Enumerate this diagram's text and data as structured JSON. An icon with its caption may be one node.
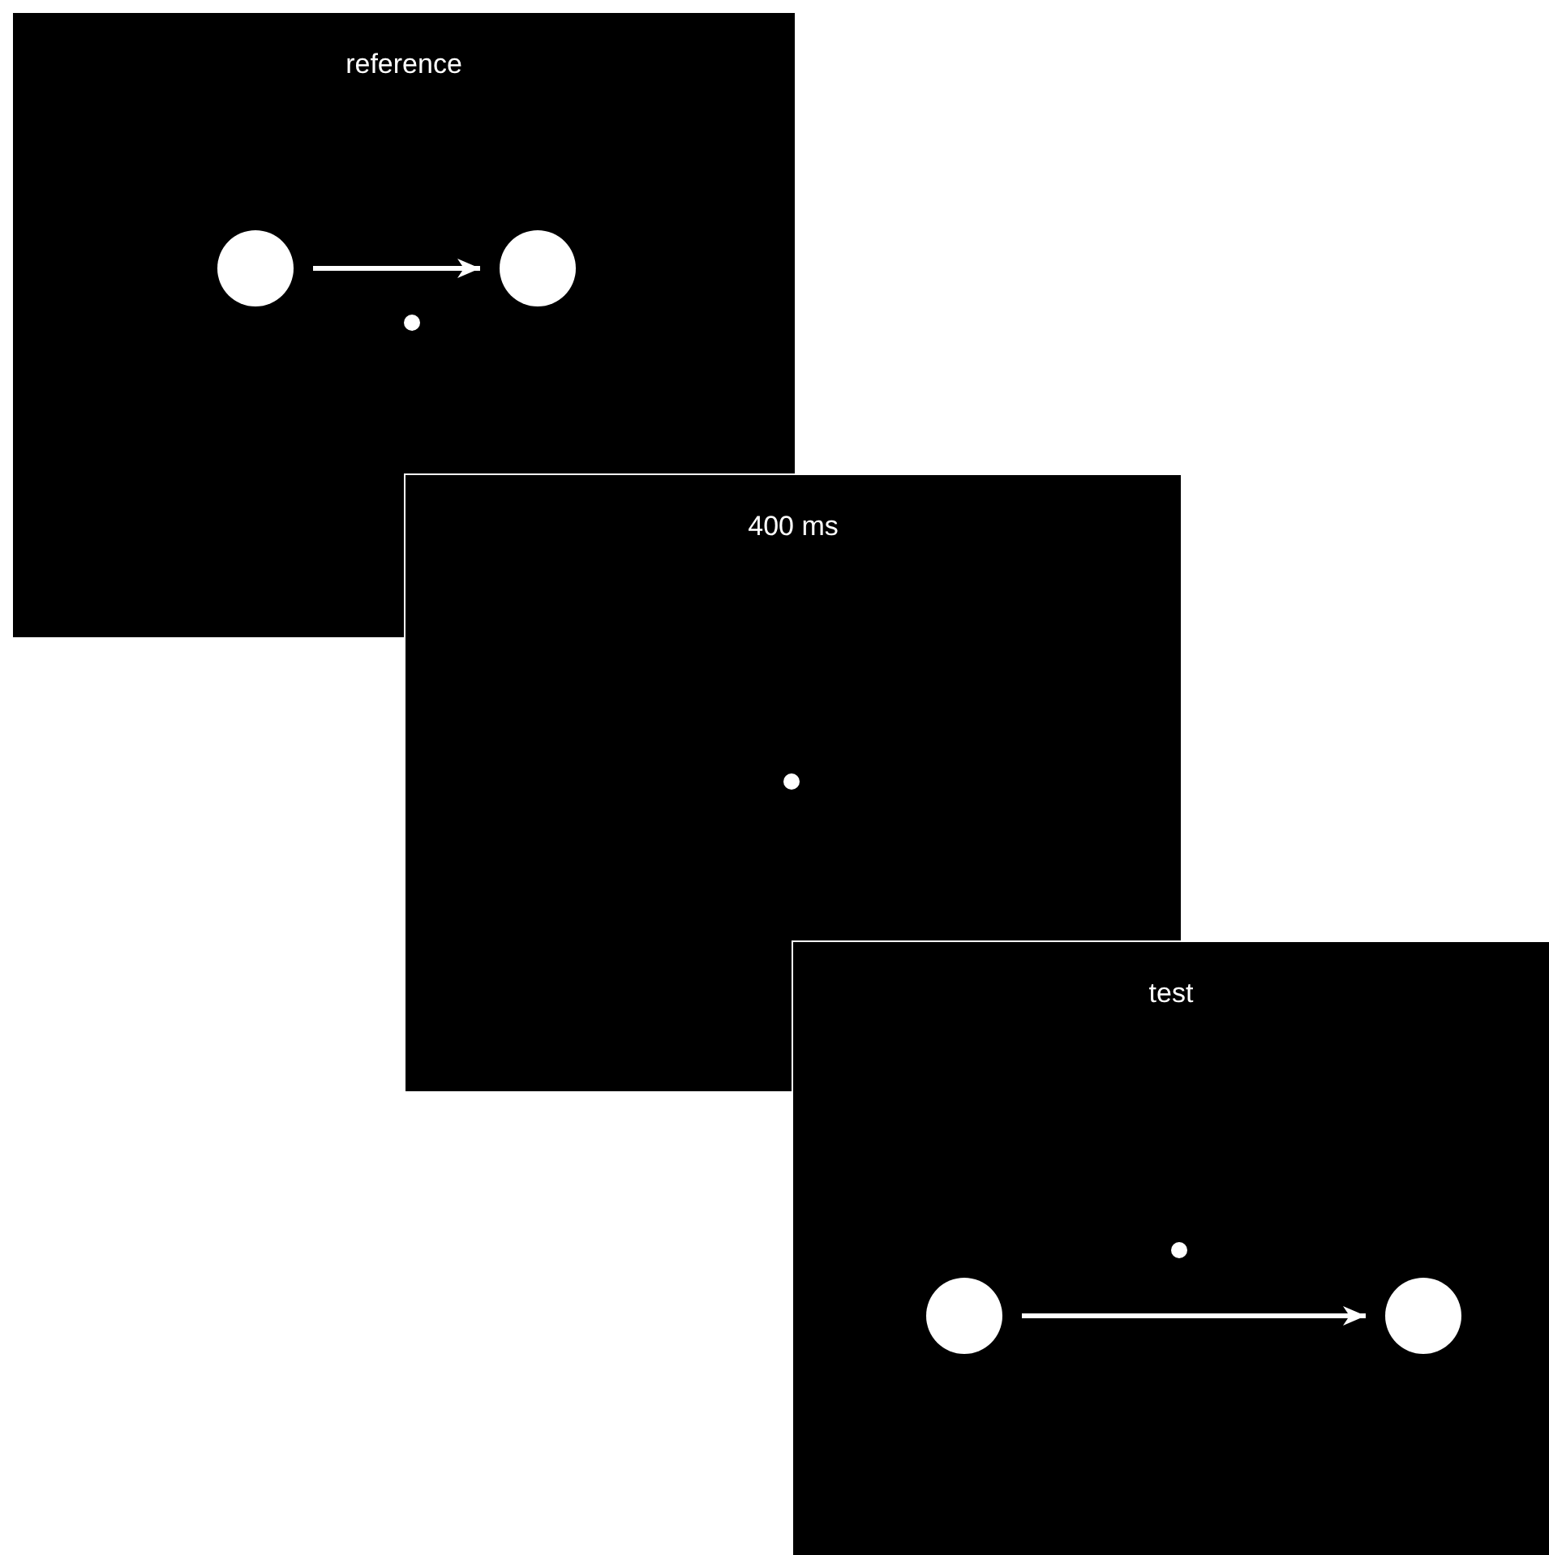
{
  "diagram": {
    "nodes": [
      {
        "text": [
          "reference"
        ]
      },
      {
        "text": [],
        "shape": "circle",
        "in": 0
      },
      {
        "text": [],
        "shape": "circle",
        "in": 0
      },
      {
        "text": [
          "400 ms"
        ]
      },
      {
        "text": [
          "test"
        ]
      },
      {
        "text": [],
        "shape": "circle",
        "in": 4
      },
      {
        "text": [],
        "shape": "circle",
        "in": 4
      }
    ],
    "edges": [
      {
        "from": 1,
        "to": 2,
        "arrow": "to"
      },
      {
        "from": 5,
        "to": 6,
        "arrow": "to"
      }
    ]
  }
}
